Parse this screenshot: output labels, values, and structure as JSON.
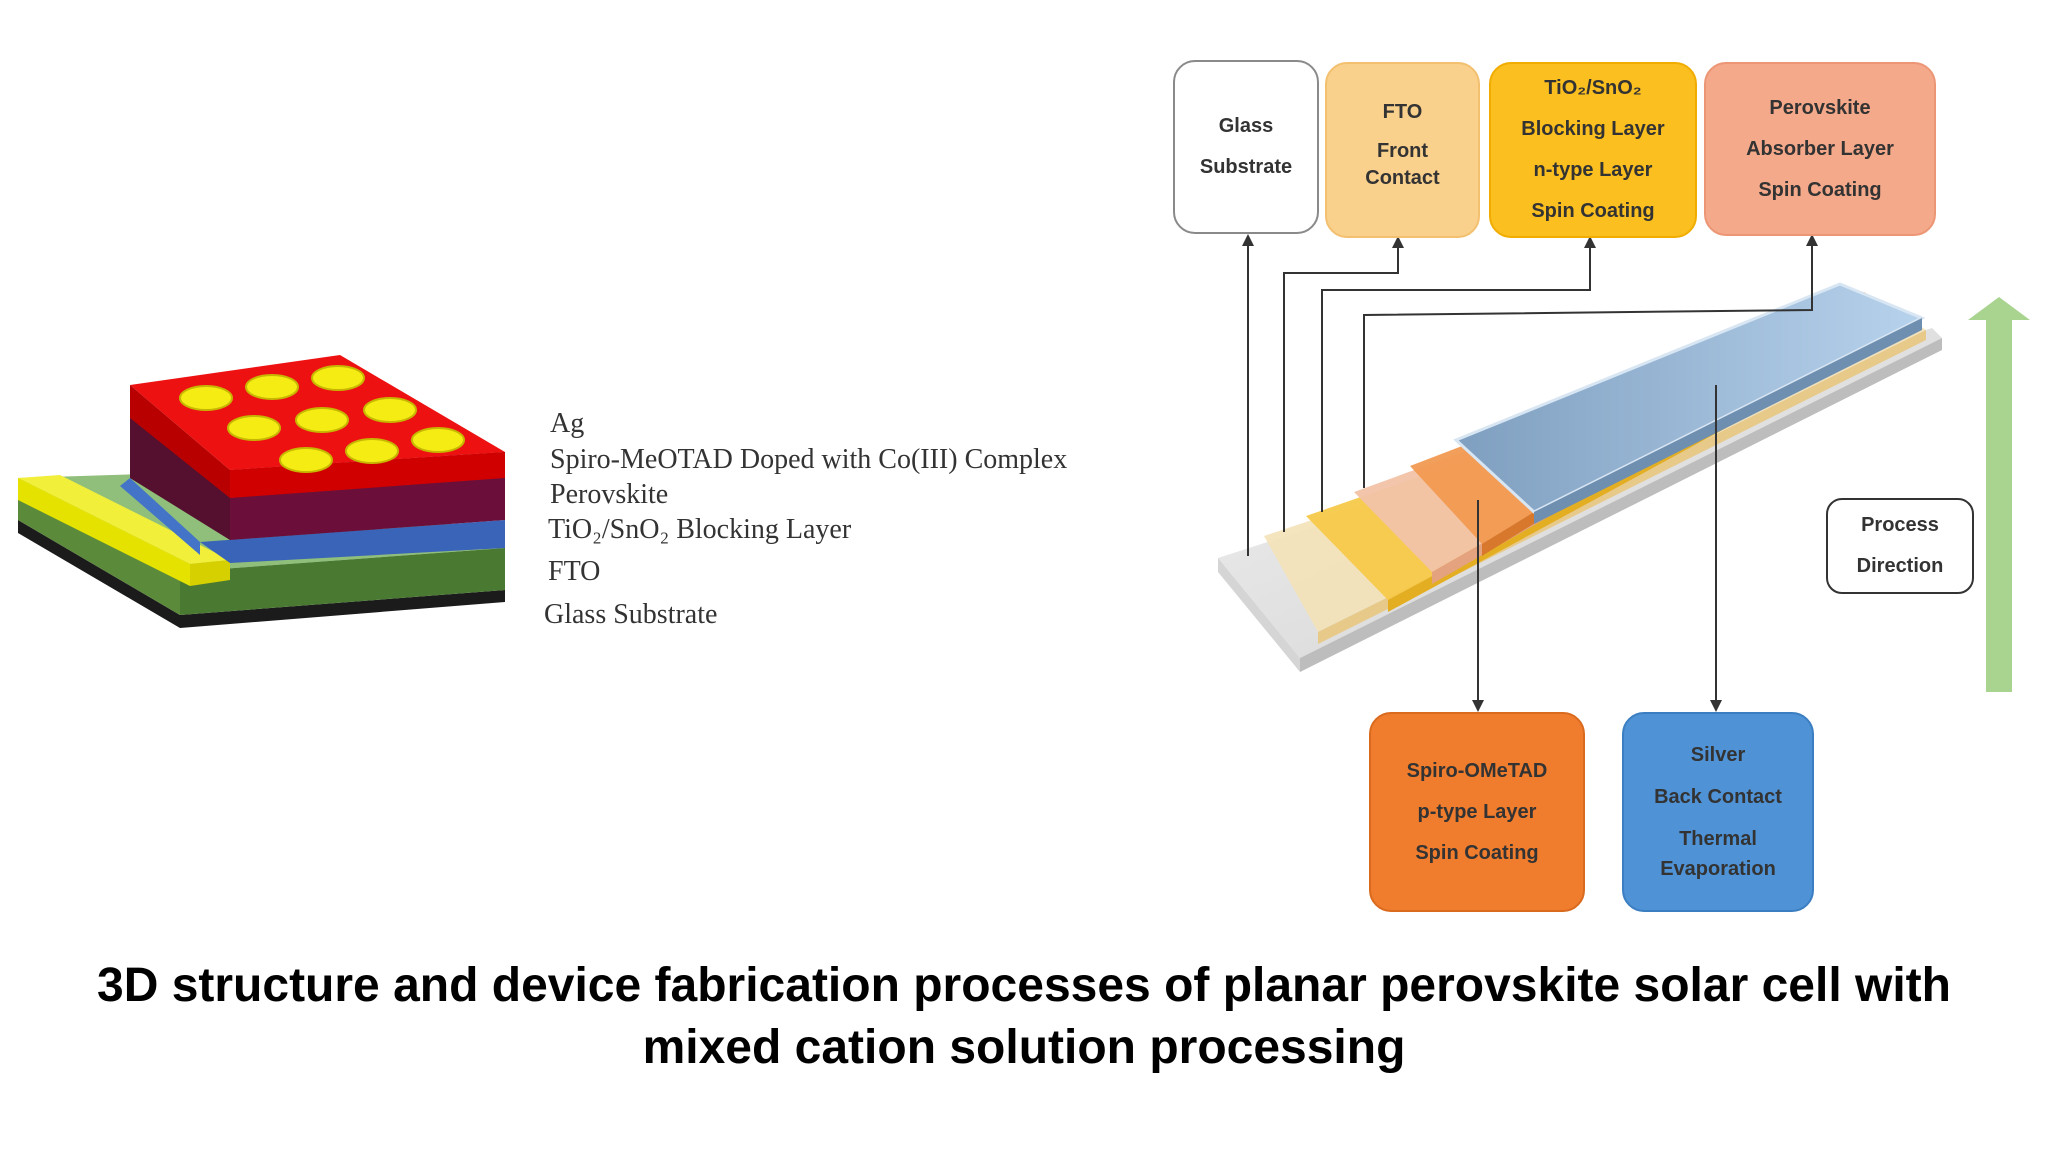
{
  "stack_labels": {
    "ag": "Ag",
    "spiro": "Spiro-MeOTAD Doped with Co(III) Complex",
    "perovskite": "Perovskite",
    "blocking": "TiO₂/SnO₂ Blocking Layer",
    "fto": "FTO",
    "glass": "Glass Substrate"
  },
  "process_boxes": {
    "glass": {
      "lines": [
        "Glass",
        "Substrate"
      ],
      "color": "#ffffff"
    },
    "fto": {
      "lines": [
        "FTO",
        "Front",
        "Contact"
      ],
      "color": "#f9d08c"
    },
    "tio2": {
      "lines": [
        "TiO₂/SnO₂",
        "Blocking Layer",
        "n-type Layer",
        "Spin Coating"
      ],
      "color": "#fbbf1f"
    },
    "perovskite": {
      "lines": [
        "Perovskite",
        "Absorber Layer",
        "Spin Coating"
      ],
      "color": "#f4a98a"
    },
    "spiro": {
      "lines": [
        "Spiro-OMeTAD",
        "p-type Layer",
        "Spin Coating"
      ],
      "color": "#f07d2e"
    },
    "silver": {
      "lines": [
        "Silver",
        "Back Contact",
        "Thermal",
        "Evaporation"
      ],
      "color": "#4f93d6"
    },
    "direction": {
      "lines": [
        "Process",
        "Direction"
      ],
      "color": "#ffffff"
    }
  },
  "arrow_color": "#a9d48f",
  "caption": {
    "line1": "3D structure and device fabrication processes of planar perovskite solar cell with",
    "line2": "mixed cation solution processing"
  }
}
